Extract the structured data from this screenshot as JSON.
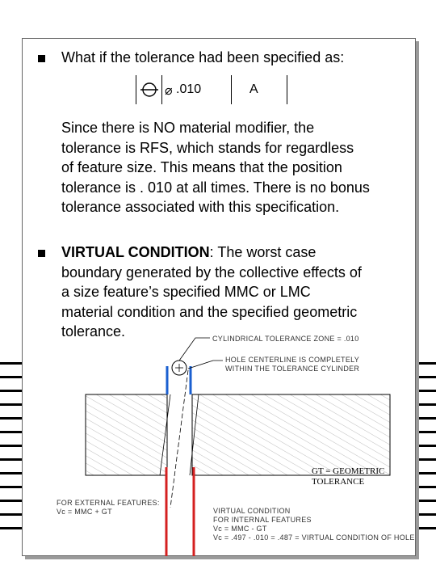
{
  "bullet1": {
    "text": "What if the tolerance had been specified as:"
  },
  "feature_control_frame": {
    "symbol": "position-icon",
    "diameter_symbol": "⌀",
    "tolerance": ".010",
    "datum": "A"
  },
  "paragraph": {
    "lines": [
      "Since there is NO material modifier, the",
      "tolerance is RFS, which stands for regardless",
      "of feature size. This means that the position",
      "tolerance is . 010 at all times. There is no bonus",
      "tolerance associated with this specification."
    ]
  },
  "bullet2": {
    "term": "VIRTUAL CONDITION",
    "line1_rest": ": The worst case",
    "lines": [
      "boundary generated by the collective effects of",
      "a size feature’s specified MMC or LMC",
      "material condition and the specified geometric",
      "tolerance."
    ]
  },
  "diagram": {
    "callout_top": "CYLINDRICAL TOLERANCE ZONE = .010",
    "callout_mid_1": "HOLE CENTERLINE IS COMPLETELY",
    "callout_mid_2": "WITHIN THE TOLERANCE CYLINDER",
    "gt_note_1": "GT = GEOMETRIC",
    "gt_note_2": "TOLERANCE",
    "external_1": "FOR EXTERNAL FEATURES:",
    "external_2": "Vc = MMC + GT",
    "internal_1": "VIRTUAL CONDITION",
    "internal_2": "FOR INTERNAL FEATURES",
    "internal_3": "Vc = MMC - GT",
    "internal_4": "Vc = .497 - .010 = .487 = VIRTUAL CONDITION OF HOLE",
    "colors": {
      "blue": "#1a5fd0",
      "red": "#d42020"
    }
  }
}
